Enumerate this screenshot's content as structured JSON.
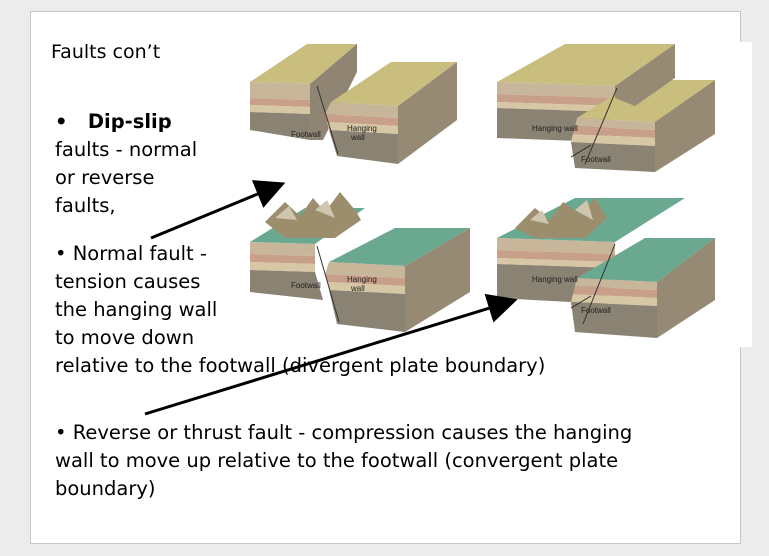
{
  "slide": {
    "title": "Faults con’t",
    "bullets": {
      "dip_slip": {
        "marker": "•",
        "term": "Dip-slip",
        "lines": [
          "faults - normal",
          "or reverse",
          "faults,"
        ]
      },
      "normal": {
        "lines": [
          "•  Normal fault -",
          "tension causes",
          "the hanging wall",
          "to move down",
          "relative to the footwall (divergent plate boundary)"
        ]
      },
      "reverse": {
        "lines": [
          "• Reverse or thrust fault - compression causes the hanging",
          "wall to move up relative to the footwall  (convergent plate",
          "boundary)"
        ]
      }
    },
    "figure": {
      "labels": {
        "footwall": "Footwall",
        "hanging_wall_two_line": [
          "Hanging",
          "wall"
        ],
        "hanging_wall": "Hanging wall"
      }
    },
    "colors": {
      "top_tan": "#c9be7e",
      "stripe_pink": "#c8a08a",
      "rock_gray": "#8a8272",
      "grass_green": "#6aa890",
      "mountain": "#9c8d6c"
    }
  }
}
